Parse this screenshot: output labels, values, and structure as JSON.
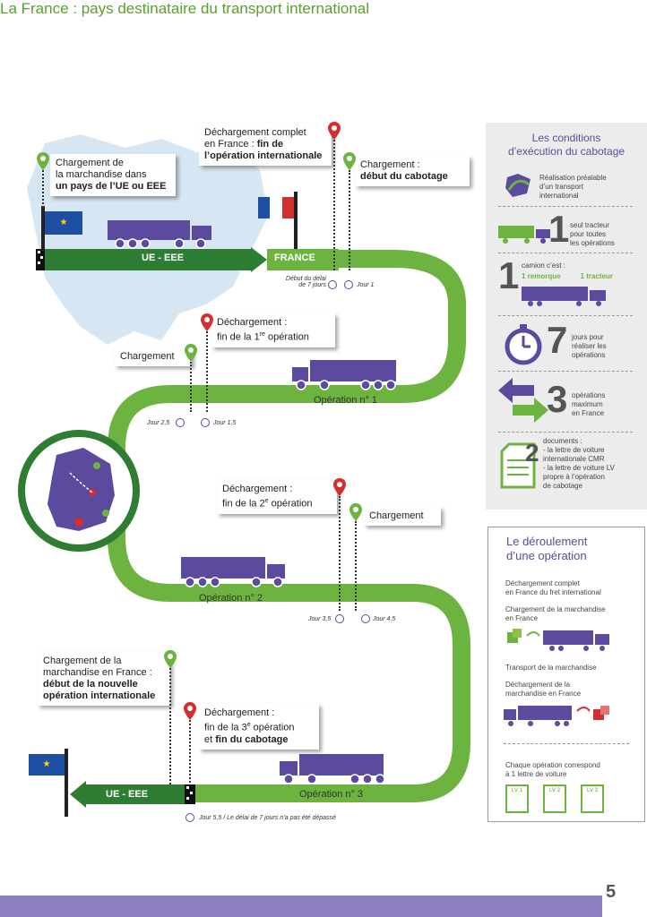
{
  "title": "La France : pays destinataire du transport international",
  "callouts": {
    "c1a": "Chargement de",
    "c1b": "la marchandise dans",
    "c1c": "un pays de l’UE ou EEE",
    "c2a": "Déchargement complet",
    "c2b": "en France : ",
    "c2b_bold": "fin de",
    "c2c": "l’opération internationale",
    "c3a": "Chargement :",
    "c3b": "début du cabotage",
    "c4a": "Déchargement :",
    "c4b": "fin de la 1",
    "c4b_sup": "re",
    "c4b_end": " opération",
    "c5": "Chargement",
    "c6a": "Déchargement :",
    "c6b": "fin de la 2",
    "c6b_sup": "e",
    "c6b_end": " opération",
    "c7": "Chargement",
    "c8a": "Chargement de la",
    "c8b": "marchandise en France :",
    "c8c": "début de la nouvelle",
    "c8d": "opération internationale",
    "c9a": "Déchargement :",
    "c9b": "fin de la 3",
    "c9b_sup": "e",
    "c9b_end": " opération",
    "c9c": "et ",
    "c9c_bold": "fin du cabotage"
  },
  "arrows": {
    "ue_eee_top": "UE - EEE",
    "france": "FRANCE",
    "ue_eee_bottom": "UE - EEE"
  },
  "days": {
    "d0a": "Début du délai",
    "d0b": "de 7 jours",
    "d1": "Jour 1",
    "d25": "Jour 2,5",
    "d15": "Jour 1,5",
    "d35": "Jour 3,5",
    "d45": "Jour 4,5",
    "d55": "Jour 5,5 / Le délai de 7 jours n’a pas été dépassé"
  },
  "operations": {
    "op1": "Opération n° 1",
    "op2": "Opération n° 2",
    "op3": "Opération n° 3"
  },
  "conditions": {
    "title_a": "Les conditions",
    "title_b": "d’exécution du cabotage",
    "r1a": "Réalisation préalable",
    "r1b": "d’un transport",
    "r1c": "international",
    "r2_num": "1",
    "r2a": "seul tracteur",
    "r2b": "pour toutes",
    "r2c": "les opérations",
    "r3_num": "1",
    "r3a": "camion c’est :",
    "r3b": "1 remorque",
    "r3c": "1 tracteur",
    "r4_num": "7",
    "r4a": "jours pour",
    "r4b": "réaliser les",
    "r4c": "opérations",
    "r5_num": "3",
    "r5a": "opérations",
    "r5b": "maximum",
    "r5c": "en France",
    "r6_num": "2",
    "r6a": "documents :",
    "r6b": "- la lettre de voiture",
    "r6c": "internationale CMR",
    "r6d": "- la lettre de voiture LV",
    "r6e": "propre à l’opération",
    "r6f": "de cabotage"
  },
  "deroulement": {
    "title_a": "Le déroulement",
    "title_b": "d’une opération",
    "s1a": "Déchargement complet",
    "s1b": "en France du fret international",
    "s2a": "Chargement de la marchandise",
    "s2b": "en France",
    "s3": "Transport de la marchandise",
    "s4a": "Déchargement de la",
    "s4b": "marchandise en France",
    "s5a": "Chaque opération correspond",
    "s5b": "à 1 lettre de voiture",
    "lv1": "LV 1",
    "lv2": "LV 2",
    "lv3": "LV 3"
  },
  "page_number": "5",
  "colors": {
    "green": "#6cb33f",
    "dark_green": "#2e7d32",
    "purple": "#5b4a9e",
    "red": "#d32f2f"
  }
}
